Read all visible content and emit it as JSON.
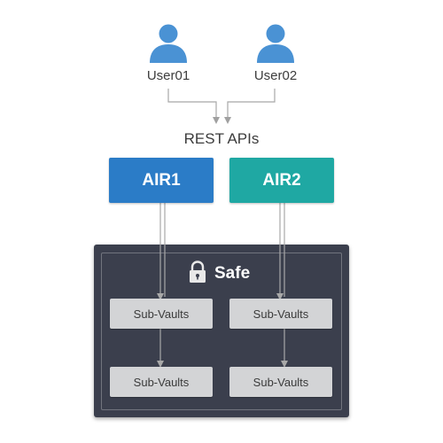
{
  "users": [
    {
      "label": "User01"
    },
    {
      "label": "User02"
    }
  ],
  "api_label": "REST APIs",
  "air_nodes": [
    {
      "label": "AIR1",
      "color": "#2b7cc7"
    },
    {
      "label": "AIR2",
      "color": "#1fa8a3"
    }
  ],
  "safe": {
    "title": "Safe",
    "bg_color": "#3b3f4d",
    "subvaults": [
      {
        "label": "Sub-Vaults"
      },
      {
        "label": "Sub-Vaults"
      },
      {
        "label": "Sub-Vaults"
      },
      {
        "label": "Sub-Vaults"
      }
    ],
    "subvault_color": "#d3d4d6"
  },
  "colors": {
    "user_icon": "#4a92d4",
    "arrow": "#a0a0a0"
  }
}
